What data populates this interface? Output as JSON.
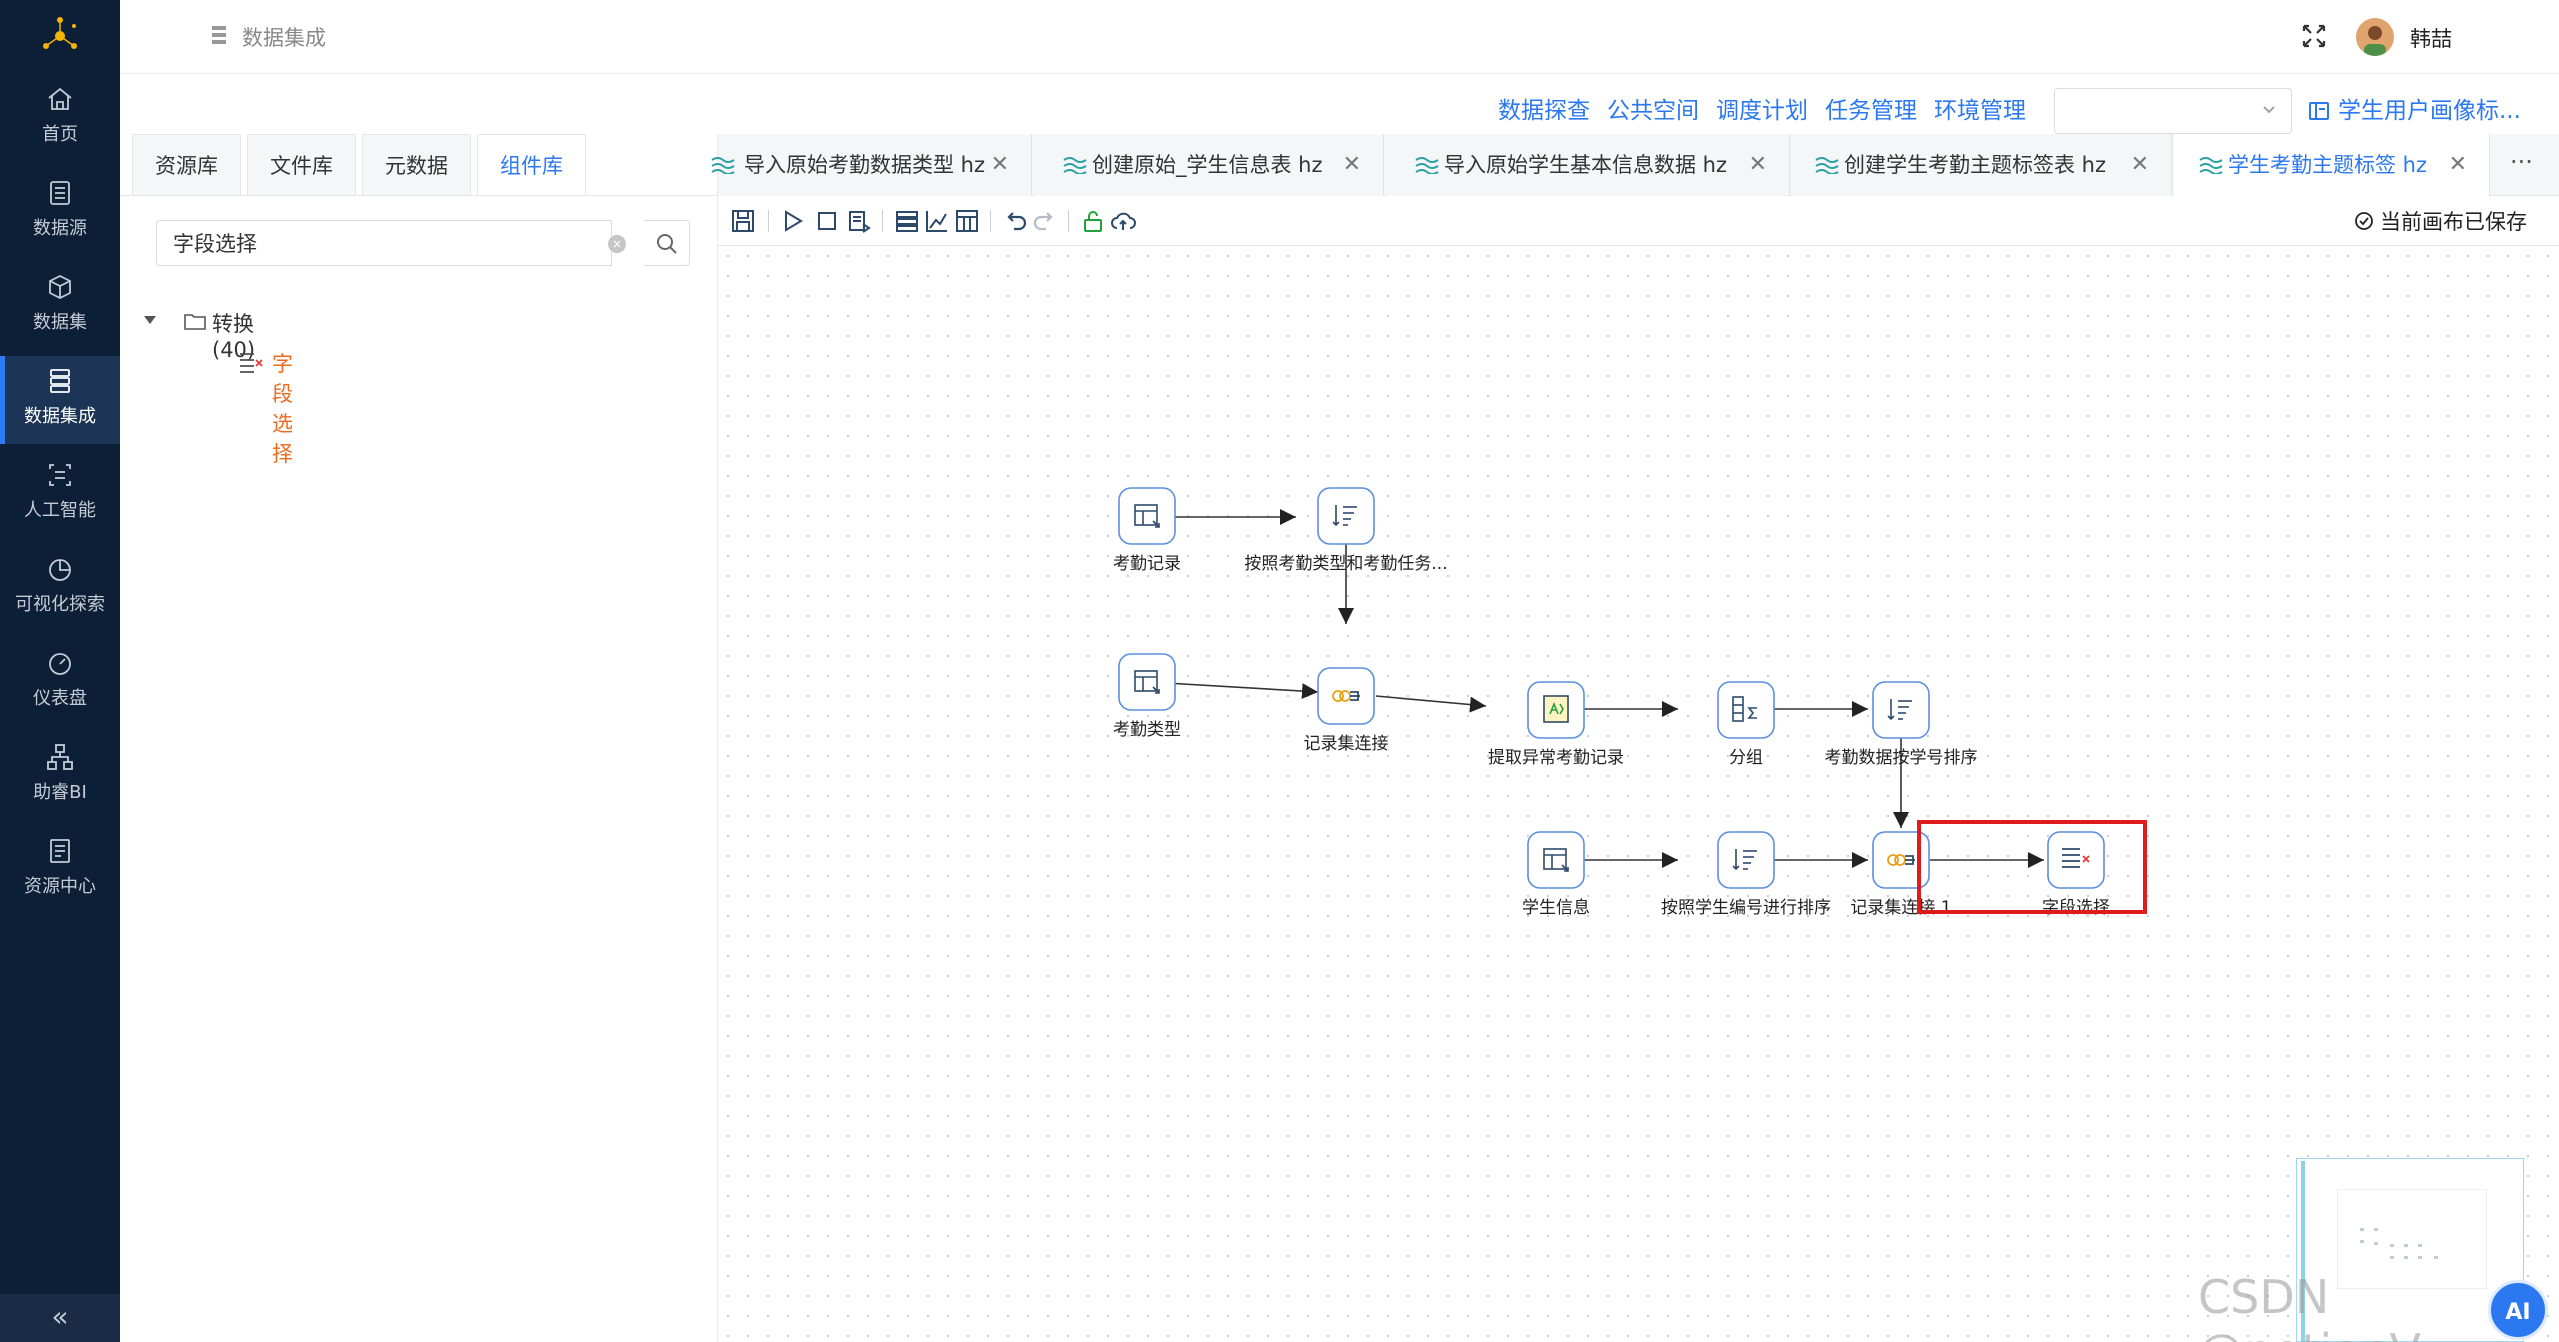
{
  "nav": {
    "items": [
      {
        "label": "首页",
        "icon": "home-icon"
      },
      {
        "label": "数据源",
        "icon": "datasource-icon"
      },
      {
        "label": "数据集",
        "icon": "cube-icon"
      },
      {
        "label": "数据集成",
        "icon": "database-icon"
      },
      {
        "label": "人工智能",
        "icon": "ai-icon"
      },
      {
        "label": "可视化探索",
        "icon": "pie-chart-icon"
      },
      {
        "label": "仪表盘",
        "icon": "gauge-icon"
      },
      {
        "label": "助睿BI",
        "icon": "org-chart-icon"
      },
      {
        "label": "资源中心",
        "icon": "document-icon"
      }
    ],
    "active_index": 3,
    "collapse_label": "«"
  },
  "header": {
    "breadcrumb": "数据集成",
    "username": "韩喆"
  },
  "toplinks": [
    "数据探查",
    "公共空间",
    "调度计划",
    "任务管理",
    "环境管理"
  ],
  "project_link": "学生用户画像标...",
  "left_panel": {
    "tabs": [
      "资源库",
      "文件库",
      "元数据",
      "组件库"
    ],
    "active_tab": 3,
    "search_value": "字段选择",
    "tree": {
      "folder_label": "转换(40)",
      "child_label": "字段选择"
    }
  },
  "editor_tabs": [
    {
      "label": "导入原始考勤数据类型 hz",
      "active": false
    },
    {
      "label": "创建原始_学生信息表 hz",
      "active": false
    },
    {
      "label": "导入原始学生基本信息数据 hz",
      "active": false
    },
    {
      "label": "创建学生考勤主题标签表 hz",
      "active": false
    },
    {
      "label": "学生考勤主题标签 hz",
      "active": true
    }
  ],
  "editor_more": "···",
  "toolbar": {
    "saved_status": "当前画布已保存"
  },
  "flow": {
    "nodes": [
      {
        "id": "n1",
        "label": "考勤记录"
      },
      {
        "id": "n2",
        "label": "按照考勤类型和考勤任务..."
      },
      {
        "id": "n3",
        "label": "考勤类型"
      },
      {
        "id": "n4",
        "label": "记录集连接"
      },
      {
        "id": "n5",
        "label": "提取异常考勤记录"
      },
      {
        "id": "n6",
        "label": "分组"
      },
      {
        "id": "n7",
        "label": "考勤数据按学号排序"
      },
      {
        "id": "n8",
        "label": "学生信息"
      },
      {
        "id": "n9",
        "label": "按照学生编号进行排序"
      },
      {
        "id": "n10",
        "label": "记录集连接 1"
      },
      {
        "id": "n11",
        "label": "字段选择"
      }
    ]
  },
  "watermark": "CSDN @potionV",
  "ai_button": "AI",
  "colors": {
    "nav_bg": "#0d1f36",
    "accent": "#2b78f0",
    "highlight": "#e01b1b",
    "tree_active": "#f06a1d"
  }
}
